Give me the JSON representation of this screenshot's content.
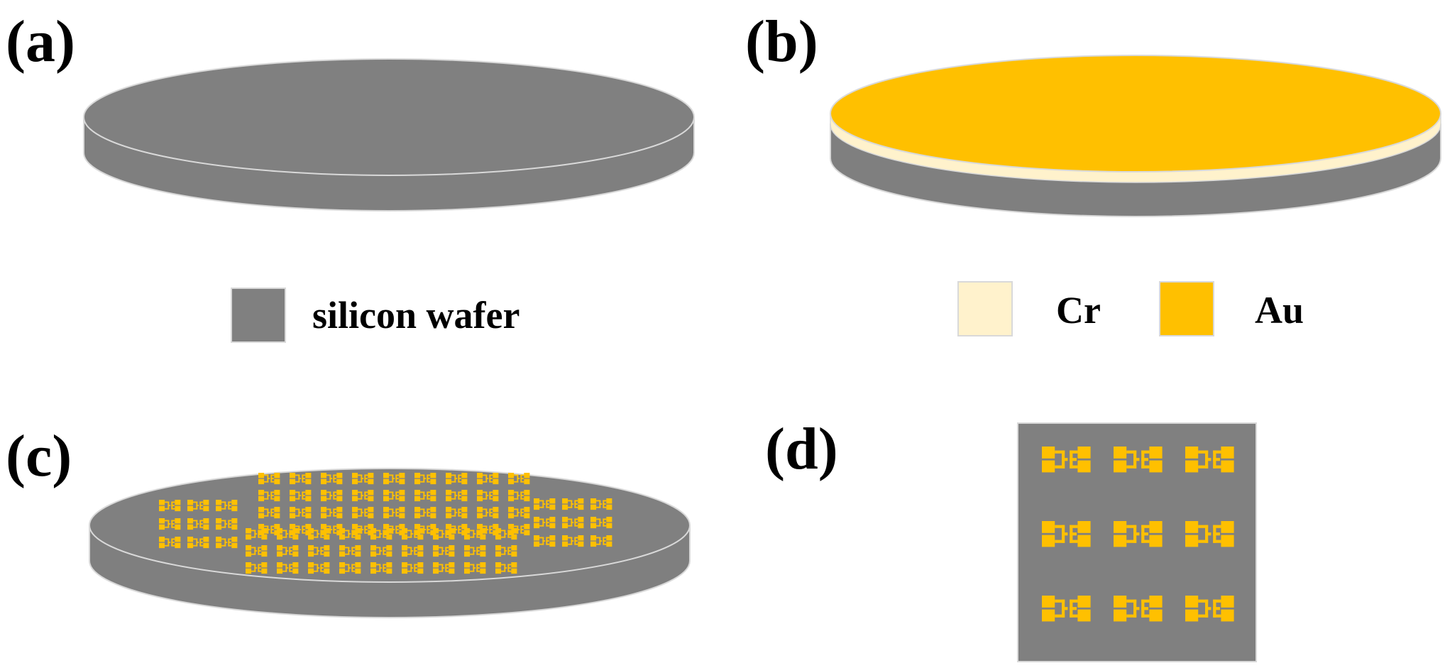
{
  "panels": {
    "a": {
      "label": "(a)"
    },
    "b": {
      "label": "(b)"
    },
    "c": {
      "label": "(c)"
    },
    "d": {
      "label": "(d)"
    }
  },
  "legend": {
    "silicon": {
      "label": "silicon wafer",
      "color": "#808080"
    },
    "cr": {
      "label": "Cr",
      "color": "#FFF2CC"
    },
    "au": {
      "label": "Au",
      "color": "#FFC000"
    }
  },
  "colors": {
    "wafer_side": "#7f7f7f",
    "wafer_top": "#808080",
    "outline": "#d9d9d9",
    "cr_layer": "#FFF2CC",
    "au_layer": "#FFC000"
  },
  "die": {
    "rows": 3,
    "cols": 3
  }
}
